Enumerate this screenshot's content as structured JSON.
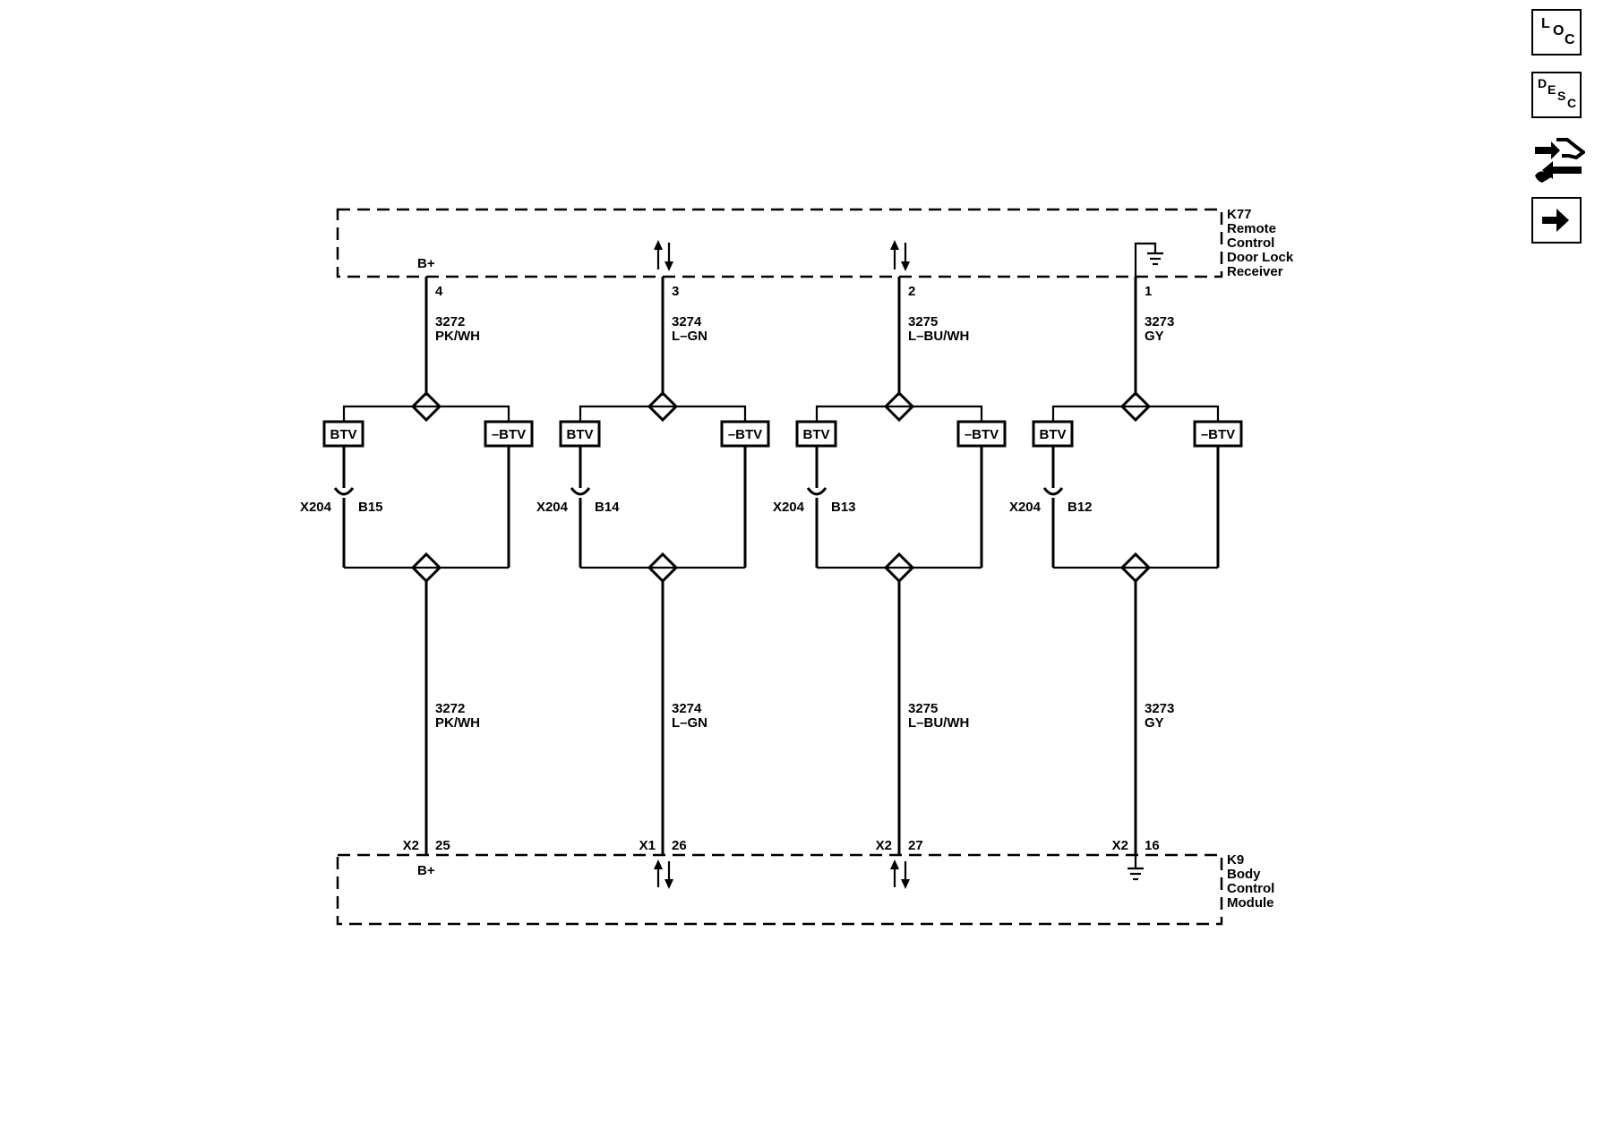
{
  "modules": {
    "top": {
      "id": "K77",
      "name_lines": [
        "Remote",
        "Control",
        "Door Lock",
        "Receiver"
      ]
    },
    "bottom": {
      "id": "K9",
      "name_lines": [
        "Body",
        "Control",
        "Module"
      ]
    }
  },
  "circuits": [
    {
      "top_signal": "B+",
      "top_pin": "4",
      "top_circuit": "3272",
      "top_color": "PK/WH",
      "btv": "BTV",
      "nbtv": "–BTV",
      "connector": "X204",
      "cavity": "B15",
      "bottom_circuit": "3272",
      "bottom_color": "PK/WH",
      "bottom_conn": "X2",
      "bottom_pin": "25",
      "bottom_signal": "B+"
    },
    {
      "top_signal": "data",
      "top_pin": "3",
      "top_circuit": "3274",
      "top_color": "L–GN",
      "btv": "BTV",
      "nbtv": "–BTV",
      "connector": "X204",
      "cavity": "B14",
      "bottom_circuit": "3274",
      "bottom_color": "L–GN",
      "bottom_conn": "X1",
      "bottom_pin": "26",
      "bottom_signal": "data"
    },
    {
      "top_signal": "data",
      "top_pin": "2",
      "top_circuit": "3275",
      "top_color": "L–BU/WH",
      "btv": "BTV",
      "nbtv": "–BTV",
      "connector": "X204",
      "cavity": "B13",
      "bottom_circuit": "3275",
      "bottom_color": "L–BU/WH",
      "bottom_conn": "X2",
      "bottom_pin": "27",
      "bottom_signal": "data"
    },
    {
      "top_signal": "ground",
      "top_pin": "1",
      "top_circuit": "3273",
      "top_color": "GY",
      "btv": "BTV",
      "nbtv": "–BTV",
      "connector": "X204",
      "cavity": "B12",
      "bottom_circuit": "3273",
      "bottom_color": "GY",
      "bottom_conn": "X2",
      "bottom_pin": "16",
      "bottom_signal": "ground"
    }
  ],
  "sidebar": {
    "loc": {
      "letters": [
        "L",
        "O",
        "C"
      ],
      "icon": "loc-icon"
    },
    "desc": {
      "letters": [
        "D",
        "E",
        "S",
        "C"
      ],
      "icon": "desc-icon"
    },
    "connector": {
      "icon": "connector-wrench-icon"
    },
    "next": {
      "icon": "arrow-right-icon"
    }
  }
}
